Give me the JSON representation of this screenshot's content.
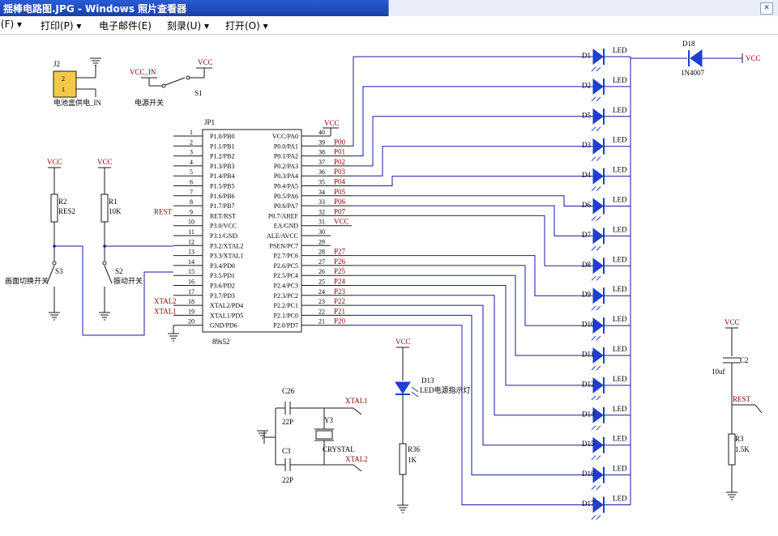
{
  "window": {
    "title": "揺棒电路图.JPG - Windows 照片查看器"
  },
  "menu": [
    {
      "label": "F(F)"
    },
    {
      "label": "打印(P)"
    },
    {
      "label": "电子邮件(E)"
    },
    {
      "label": "刻录(U)"
    },
    {
      "label": "打开(O)"
    }
  ],
  "colors": {
    "wire": "#1a1a9e",
    "pin": "#1a1a1a",
    "net": "#8b0000",
    "led": "#1f3fd0",
    "titlebar": "#1941a5"
  },
  "schematic": {
    "j2": {
      "ref": "J2",
      "pins": [
        "2",
        "1"
      ],
      "label": "电池盒供电_IN"
    },
    "s1": {
      "ref": "S1",
      "vcc_in": "VCC_IN",
      "vcc": "VCC",
      "label": "电源开关"
    },
    "r2": {
      "ref": "R2",
      "value": "RES2",
      "vcc": "VCC"
    },
    "r1": {
      "ref": "R1",
      "value": "10K",
      "vcc": "VCC"
    },
    "s3": {
      "ref": "S3",
      "label": "画面切换开关"
    },
    "s2": {
      "ref": "S2",
      "label": "振动开关"
    },
    "mcu": {
      "ref": "JP1",
      "part": "89s52",
      "vcc_label": "VCC",
      "left_pins": [
        {
          "num": "1",
          "name": "P1.0/PB0",
          "net": ""
        },
        {
          "num": "2",
          "name": "P1.1/PB1",
          "net": ""
        },
        {
          "num": "3",
          "name": "P1.2/PB2",
          "net": ""
        },
        {
          "num": "4",
          "name": "P1.3/PB3",
          "net": ""
        },
        {
          "num": "5",
          "name": "P1.4/PB4",
          "net": ""
        },
        {
          "num": "6",
          "name": "P1.5/PB5",
          "net": ""
        },
        {
          "num": "7",
          "name": "P1.6/PB6",
          "net": ""
        },
        {
          "num": "8",
          "name": "P1.7/PB7",
          "net": ""
        },
        {
          "num": "9",
          "name": "RET/RST",
          "net": "REST"
        },
        {
          "num": "10",
          "name": "P3.0/VCC",
          "net": ""
        },
        {
          "num": "11",
          "name": "P3.1/GND",
          "net": ""
        },
        {
          "num": "12",
          "name": "P3.2/XTAL2",
          "net": ""
        },
        {
          "num": "13",
          "name": "P3.3/XTAL1",
          "net": ""
        },
        {
          "num": "14",
          "name": "P3.4/PD0",
          "net": ""
        },
        {
          "num": "15",
          "name": "P3.5/PD1",
          "net": ""
        },
        {
          "num": "16",
          "name": "P3.6/PD2",
          "net": ""
        },
        {
          "num": "17",
          "name": "P3.7/PD3",
          "net": ""
        },
        {
          "num": "18",
          "name": "XTAL2/PD4",
          "net": "XTAL2"
        },
        {
          "num": "19",
          "name": "XTAL1/PD5",
          "net": "XTAL1"
        },
        {
          "num": "20",
          "name": "GND/PD6",
          "net": ""
        }
      ],
      "right_pins": [
        {
          "num": "40",
          "name": "VCC/PA0",
          "net": ""
        },
        {
          "num": "39",
          "name": "P0.0/PA1",
          "net": "P00"
        },
        {
          "num": "38",
          "name": "P0.1/PA2",
          "net": "P01"
        },
        {
          "num": "37",
          "name": "P0.2/PA3",
          "net": "P02"
        },
        {
          "num": "36",
          "name": "P0.3/PA4",
          "net": "P03"
        },
        {
          "num": "35",
          "name": "P0.4/PA5",
          "net": "P04"
        },
        {
          "num": "34",
          "name": "P0.5/PA6",
          "net": "P05"
        },
        {
          "num": "33",
          "name": "P0.6/PA7",
          "net": "P06"
        },
        {
          "num": "32",
          "name": "P0.7/AREF",
          "net": "P07"
        },
        {
          "num": "31",
          "name": "EA/GND",
          "net": "VCC"
        },
        {
          "num": "30",
          "name": "ALE/AVCC",
          "net": ""
        },
        {
          "num": "29",
          "name": "PSEN/PC7",
          "net": ""
        },
        {
          "num": "28",
          "name": "P2.7/PC6",
          "net": "P27"
        },
        {
          "num": "27",
          "name": "P2.6/PC5",
          "net": "P26"
        },
        {
          "num": "26",
          "name": "P2.5/PC4",
          "net": "P25"
        },
        {
          "num": "25",
          "name": "P2.4/PC3",
          "net": "P24"
        },
        {
          "num": "24",
          "name": "P2.3/PC2",
          "net": "P23"
        },
        {
          "num": "23",
          "name": "P2.2/PC1",
          "net": "P22"
        },
        {
          "num": "22",
          "name": "P2.1/PC0",
          "net": "P21"
        },
        {
          "num": "21",
          "name": "P2.0/PD7",
          "net": "P20"
        }
      ]
    },
    "leds": [
      {
        "ref": "D1",
        "label": "LED"
      },
      {
        "ref": "D2",
        "label": "LED"
      },
      {
        "ref": "D5",
        "label": "LED"
      },
      {
        "ref": "D3",
        "label": "LED"
      },
      {
        "ref": "D4",
        "label": "LED"
      },
      {
        "ref": "D6",
        "label": "LED"
      },
      {
        "ref": "D7",
        "label": "LED"
      },
      {
        "ref": "D8",
        "label": "LED"
      },
      {
        "ref": "D9",
        "label": "LED"
      },
      {
        "ref": "D10",
        "label": "LED"
      },
      {
        "ref": "D11",
        "label": "LED"
      },
      {
        "ref": "D12",
        "label": "LED"
      },
      {
        "ref": "D14",
        "label": "LED"
      },
      {
        "ref": "D15",
        "label": "LED"
      },
      {
        "ref": "D16",
        "label": "LED"
      },
      {
        "ref": "D17",
        "label": "LED"
      }
    ],
    "d18": {
      "ref": "D18",
      "value": "1N4007",
      "vcc": "VCC"
    },
    "c26": {
      "ref": "C26",
      "value": "22P"
    },
    "c3": {
      "ref": "C3",
      "value": "22P"
    },
    "y3": {
      "ref": "Y3",
      "value": "CRYSTAL"
    },
    "xtal1": "XTAL1",
    "xtal2": "XTAL2",
    "d13": {
      "ref": "D13",
      "label": "LED电源指示灯",
      "vcc": "VCC"
    },
    "r36": {
      "ref": "R36",
      "value": "1K"
    },
    "c2": {
      "ref": "C2",
      "value": "10uf",
      "vcc": "VCC"
    },
    "r3": {
      "ref": "R3",
      "value": "1.5K"
    },
    "rest": "REST"
  }
}
